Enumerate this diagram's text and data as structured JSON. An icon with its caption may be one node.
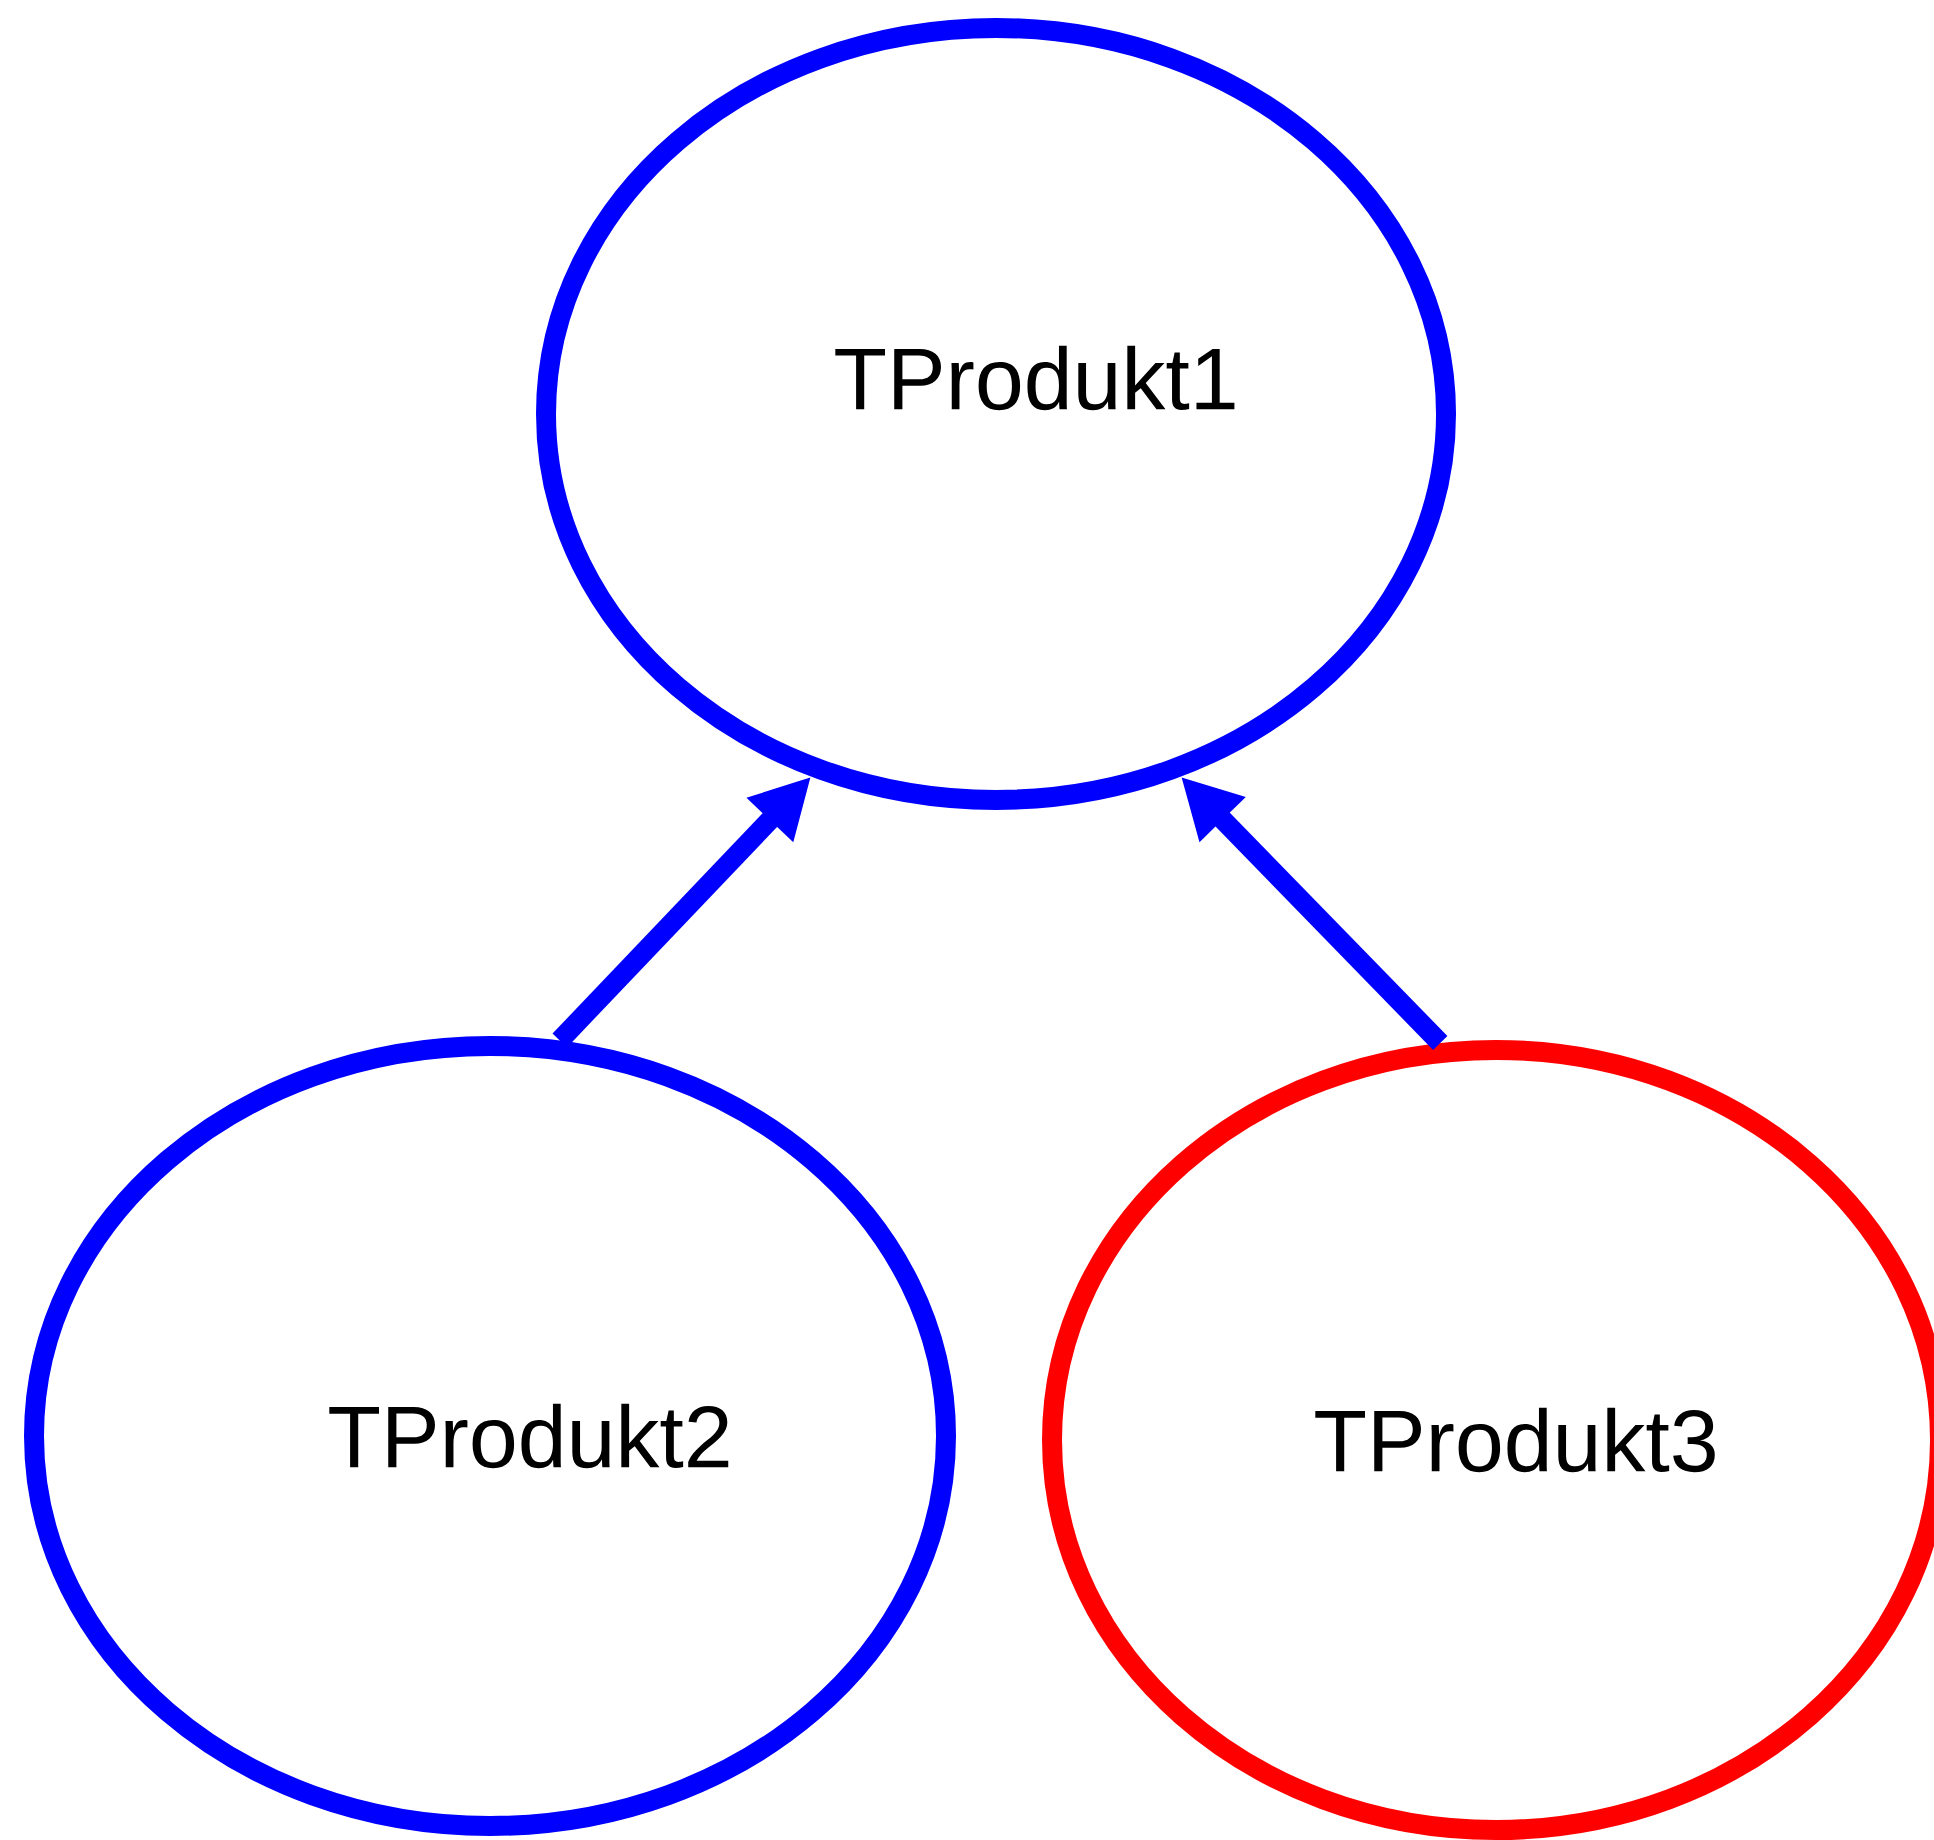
{
  "diagram": {
    "nodes": [
      {
        "text": [
          "TProdukt1"
        ]
      },
      {
        "text": [
          "TProdukt2"
        ]
      },
      {
        "text": [
          "TProdukt3"
        ]
      }
    ],
    "edges": [
      {
        "from": 1,
        "to": 0,
        "arrow": "to"
      },
      {
        "from": 2,
        "to": 0,
        "arrow": "to"
      }
    ]
  }
}
